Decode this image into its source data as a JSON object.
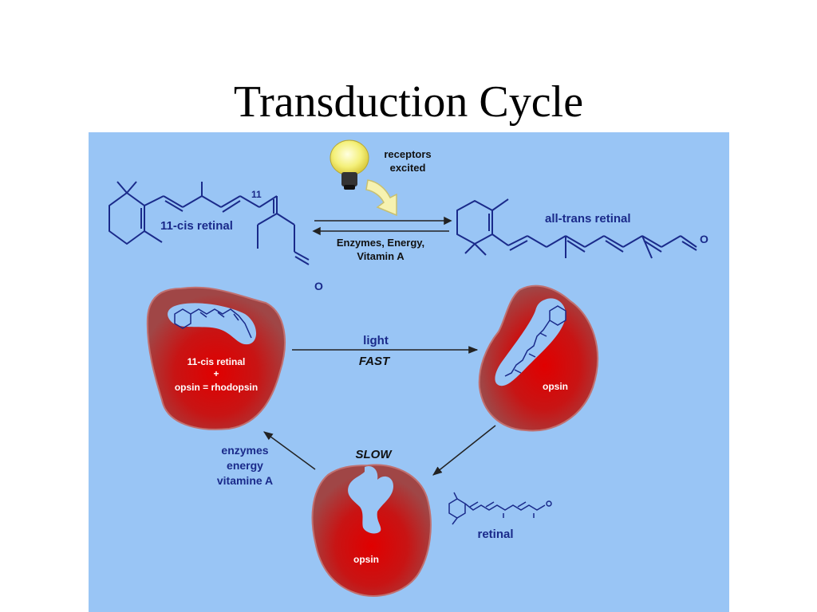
{
  "title": "Transduction Cycle",
  "colors": {
    "panel": "#99c5f5",
    "structure": "#1a2a8a",
    "label": "#1a2a8a",
    "opsin_core": "#d40000",
    "opsin_edge": "#a63a3a",
    "bulb": "#f4f07a"
  },
  "icons": [
    "lightbulb-icon",
    "curved-arrow-icon"
  ],
  "top": {
    "receptors": "receptors",
    "excited": "excited",
    "cis_label": "11-cis retinal",
    "position_label": "11",
    "trans_label": "all-trans retinal",
    "oxygen_cis": "O",
    "oxygen_trans": "O",
    "reverse_line1": "Enzymes, Energy,",
    "reverse_line2": "Vitamin A"
  },
  "cycle": {
    "rhodopsin_line1": "11-cis retinal",
    "rhodopsin_line2": "+",
    "rhodopsin_line3": "opsin = rhodopsin",
    "light": "light",
    "fast": "FAST",
    "opsin_bound": "opsin",
    "slow": "SLOW",
    "enzymes_line1": "enzymes",
    "enzymes_line2": "energy",
    "enzymes_line3": "vitamine A",
    "opsin_free": "opsin",
    "retinal": "retinal"
  }
}
